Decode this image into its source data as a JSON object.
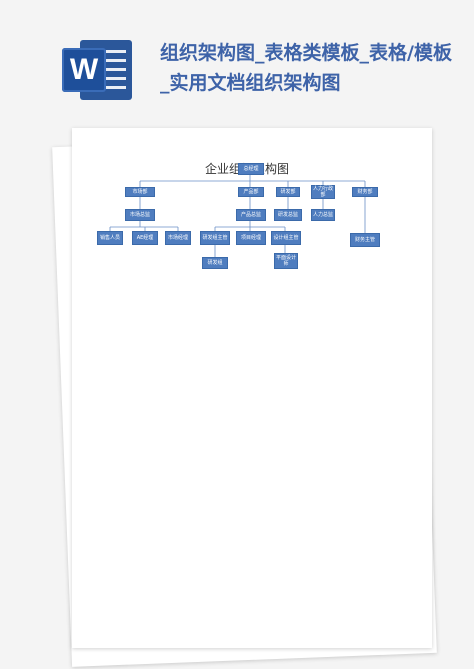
{
  "header": {
    "title": "组织架构图_表格类模板_表格/模板_实用文档组织架构图",
    "word_icon_letter": "W"
  },
  "document": {
    "heading": "企业组织架构图"
  },
  "org_chart": {
    "root": "总经理",
    "departments": [
      "市场部",
      "产品部",
      "研发部",
      "人力行政部",
      "财务部"
    ],
    "directors": [
      "市场总监",
      "产品总监",
      "研发总监",
      "人力总监"
    ],
    "managers": [
      "销售人员",
      "AE经理",
      "市场经理",
      "研发组主管",
      "项目经理",
      "设计组主管",
      "财务主管"
    ],
    "sub_staff": [
      "研发组",
      "平面设计师"
    ]
  },
  "colors": {
    "box": "#4f7dbf",
    "title": "#3e63a8",
    "word": "#2b579a"
  }
}
